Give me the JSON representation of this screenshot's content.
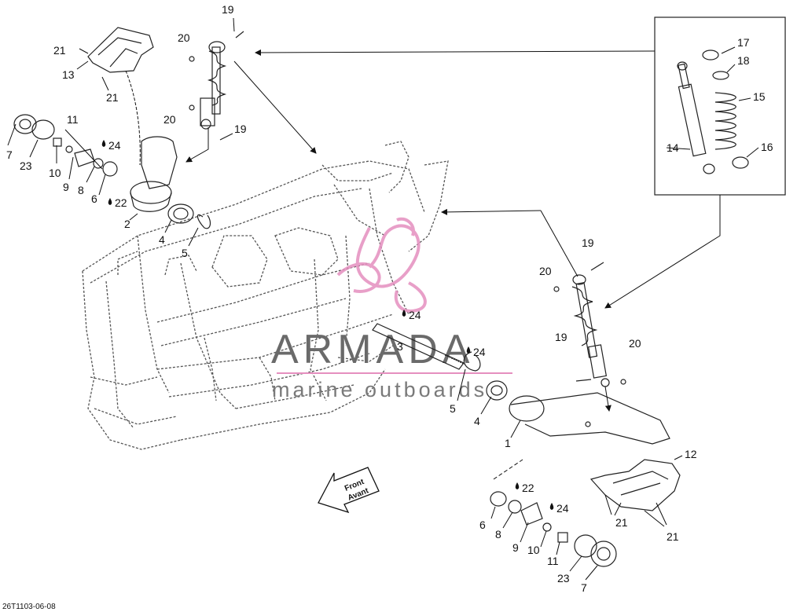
{
  "diagram": {
    "reference_code": "26T1103-06-08",
    "front_indicator": {
      "line1": "Front",
      "line2": "Avant"
    },
    "watermark": {
      "title": "ARMADA",
      "subtitle": "marine outboards",
      "color": "#e58fbf"
    },
    "callouts": [
      {
        "id": "c19a",
        "label": "19"
      },
      {
        "id": "c20a",
        "label": "20"
      },
      {
        "id": "c21a",
        "label": "21"
      },
      {
        "id": "c13",
        "label": "13"
      },
      {
        "id": "c21b",
        "label": "21"
      },
      {
        "id": "c11a",
        "label": "11"
      },
      {
        "id": "c24a",
        "label": "24"
      },
      {
        "id": "c20b",
        "label": "20"
      },
      {
        "id": "c19b",
        "label": "19"
      },
      {
        "id": "c7a",
        "label": "7"
      },
      {
        "id": "c23a",
        "label": "23"
      },
      {
        "id": "c10a",
        "label": "10"
      },
      {
        "id": "c9a",
        "label": "9"
      },
      {
        "id": "c8a",
        "label": "8"
      },
      {
        "id": "c6a",
        "label": "6"
      },
      {
        "id": "c22a",
        "label": "22"
      },
      {
        "id": "c2",
        "label": "2"
      },
      {
        "id": "c4a",
        "label": "4"
      },
      {
        "id": "c5a",
        "label": "5"
      },
      {
        "id": "c17",
        "label": "17"
      },
      {
        "id": "c18",
        "label": "18"
      },
      {
        "id": "c15",
        "label": "15"
      },
      {
        "id": "c14",
        "label": "14"
      },
      {
        "id": "c16",
        "label": "16"
      },
      {
        "id": "c19c",
        "label": "19"
      },
      {
        "id": "c20c",
        "label": "20"
      },
      {
        "id": "c24b",
        "label": "24"
      },
      {
        "id": "c24c",
        "label": "24"
      },
      {
        "id": "c3",
        "label": "3"
      },
      {
        "id": "c19d",
        "label": "19"
      },
      {
        "id": "c20d",
        "label": "20"
      },
      {
        "id": "c5b",
        "label": "5"
      },
      {
        "id": "c4b",
        "label": "4"
      },
      {
        "id": "c1",
        "label": "1"
      },
      {
        "id": "c12",
        "label": "12"
      },
      {
        "id": "c22b",
        "label": "22"
      },
      {
        "id": "c24d",
        "label": "24"
      },
      {
        "id": "c6b",
        "label": "6"
      },
      {
        "id": "c8b",
        "label": "8"
      },
      {
        "id": "c9b",
        "label": "9"
      },
      {
        "id": "c10b",
        "label": "10"
      },
      {
        "id": "c11b",
        "label": "11"
      },
      {
        "id": "c21c",
        "label": "21"
      },
      {
        "id": "c21d",
        "label": "21"
      },
      {
        "id": "c23b",
        "label": "23"
      },
      {
        "id": "c7b",
        "label": "7"
      }
    ]
  }
}
